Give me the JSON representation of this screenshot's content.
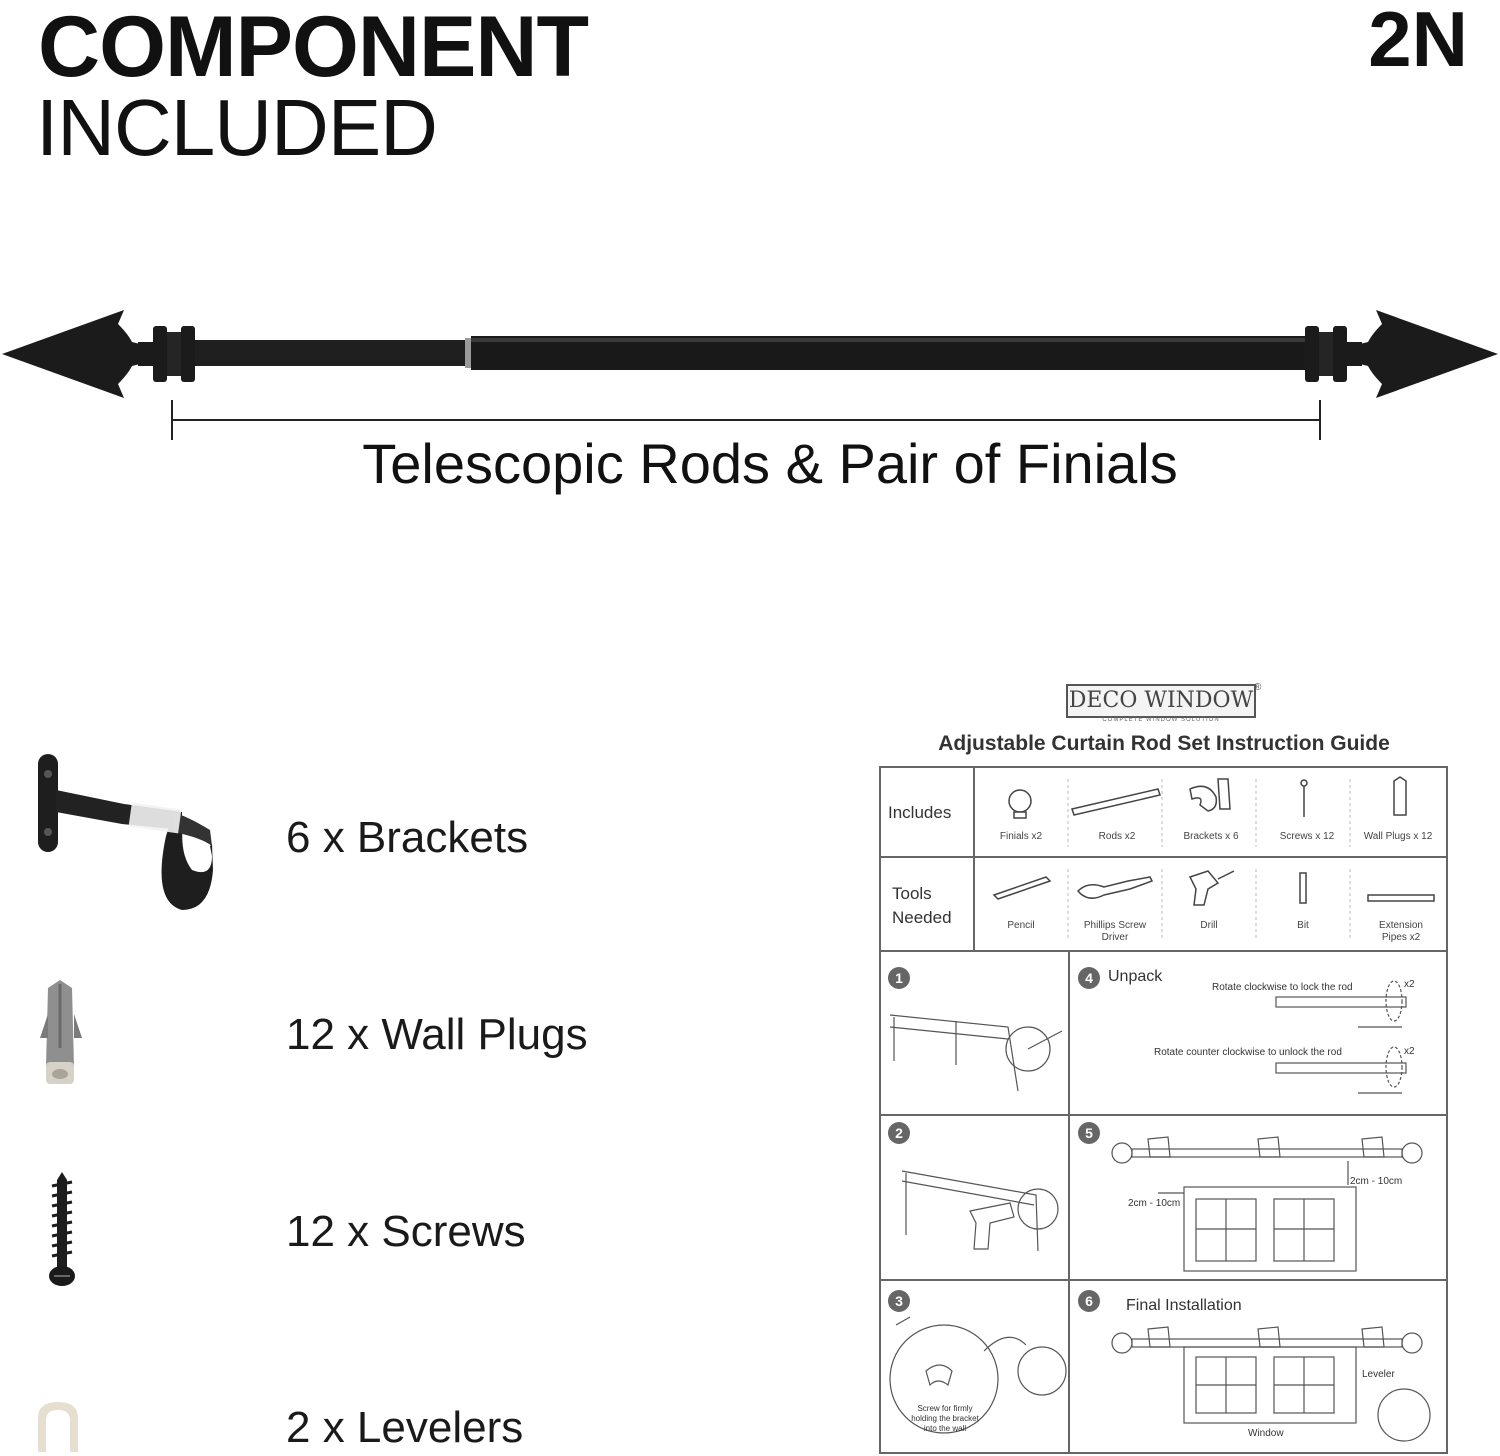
{
  "header": {
    "title_line1": "COMPONENT",
    "title_line2": "INCLUDED",
    "model_code": "2N"
  },
  "rod": {
    "caption": "Telescopic Rods & Pair of Finials"
  },
  "components": [
    {
      "label": "6 x Brackets",
      "icon": "bracket-icon"
    },
    {
      "label": "12 x Wall Plugs",
      "icon": "wall-plug-icon"
    },
    {
      "label": "12 x Screws",
      "icon": "screw-icon"
    },
    {
      "label": "2 x Levelers",
      "icon": "leveler-icon"
    }
  ],
  "guide": {
    "brand": "DECO WINDOW",
    "brand_mark": "®",
    "tagline": "COMPLETE WINDOW SOLUTION",
    "title": "Adjustable Curtain Rod Set Instruction Guide",
    "includes_head": "Includes",
    "includes": [
      "Finials x2",
      "Rods x2",
      "Brackets x 6",
      "Screws x 12",
      "Wall Plugs x 12"
    ],
    "tools_head_1": "Tools",
    "tools_head_2": "Needed",
    "tools": [
      {
        "l1": "Pencil",
        "l2": ""
      },
      {
        "l1": "Phillips Screw",
        "l2": "Driver"
      },
      {
        "l1": "Drill",
        "l2": ""
      },
      {
        "l1": "Bit",
        "l2": ""
      },
      {
        "l1": "Extension",
        "l2": "Pipes x2"
      }
    ],
    "steps": {
      "s1": "1",
      "s2": "2",
      "s3": "3",
      "s4": "4",
      "s5": "5",
      "s6": "6",
      "unpack": "Unpack",
      "lock_note": "Rotate clockwise to lock the rod",
      "unlock_note": "Rotate counter clockwise to unlock the rod",
      "x2a": "x2",
      "x2b": "x2",
      "gap_right": "2cm - 10cm",
      "gap_left": "2cm - 10cm",
      "final": "Final Installation",
      "leveler": "Leveler",
      "window": "Window",
      "screw_note_1": "Screw for firmly",
      "screw_note_2": "holding the bracket",
      "screw_note_3": "into the wall"
    }
  }
}
